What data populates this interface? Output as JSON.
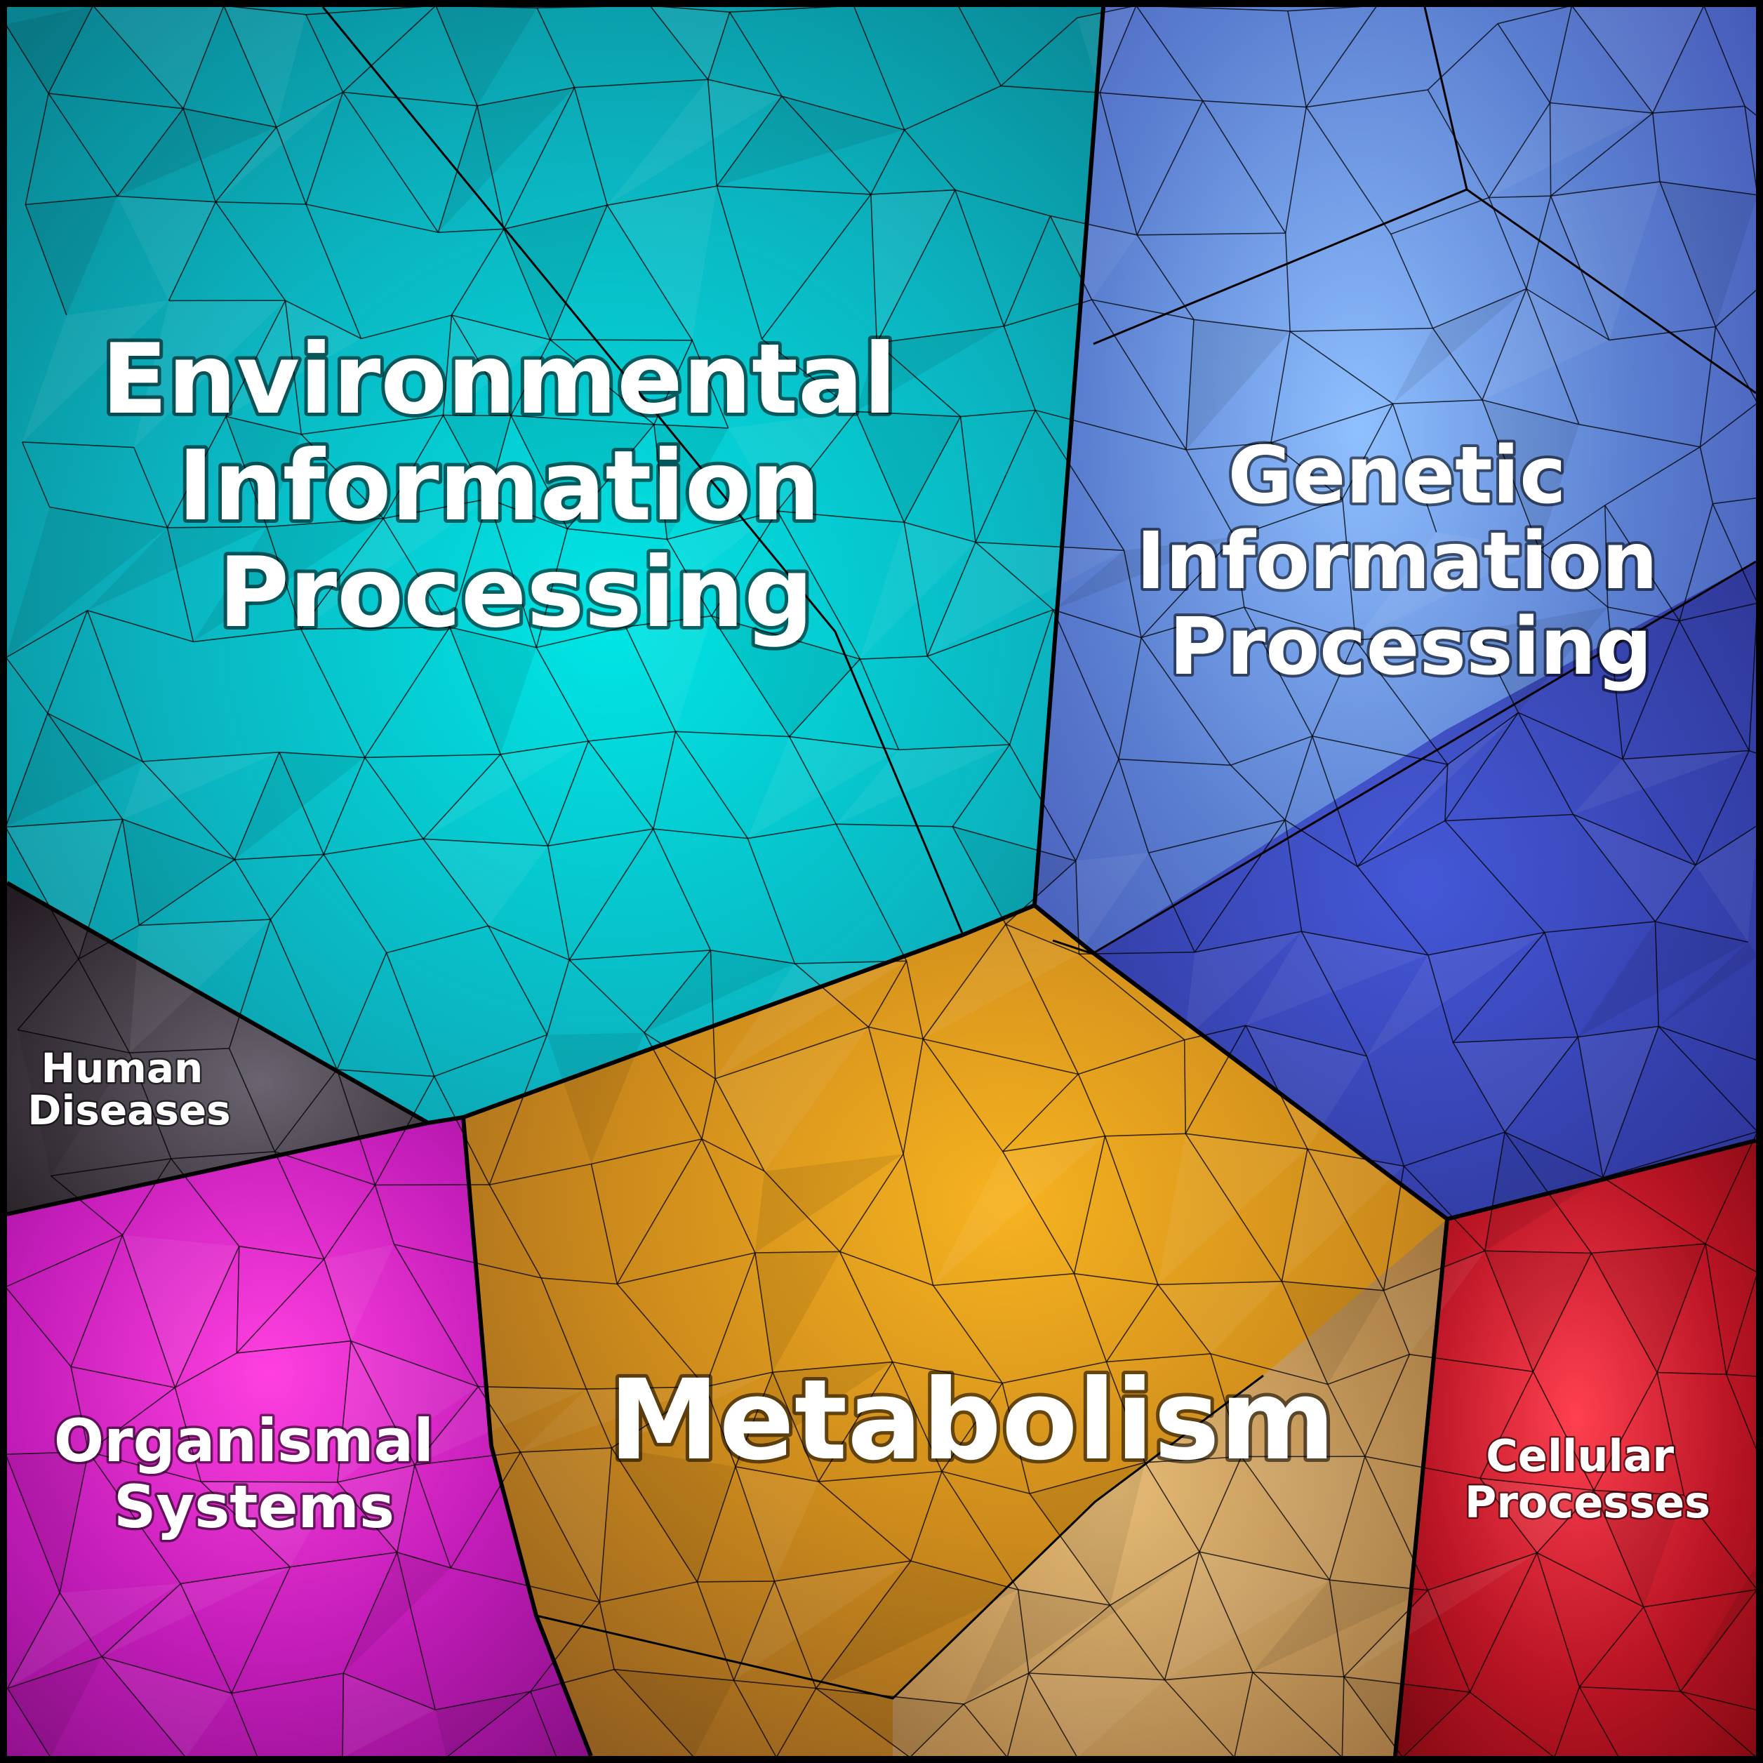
{
  "title": "",
  "regions": [
    {
      "id": "environmental",
      "lines": [
        "Environmental",
        "Information",
        "Processing"
      ],
      "base_color": "#0aa6b4",
      "glow_color": "#00e6e6"
    },
    {
      "id": "genetic",
      "lines": [
        "Genetic",
        "Information",
        "Processing"
      ],
      "base_color": "#4a5cc8",
      "glow_color": "#8fc0ff"
    },
    {
      "id": "metabolism",
      "lines": [
        "Metabolism"
      ],
      "base_color": "#c5861a",
      "glow_color": "#f7b320"
    },
    {
      "id": "human-diseases",
      "lines": [
        "Human",
        "Diseases"
      ],
      "base_color": "#3a3036",
      "glow_color": "#6a6470"
    },
    {
      "id": "organismal",
      "lines": [
        "Organismal",
        "Systems"
      ],
      "base_color": "#b81cab",
      "glow_color": "#ff40e0"
    },
    {
      "id": "cellular",
      "lines": [
        "Cellular",
        "Processes"
      ],
      "base_color": "#a8101e",
      "glow_color": "#ff4050"
    }
  ]
}
